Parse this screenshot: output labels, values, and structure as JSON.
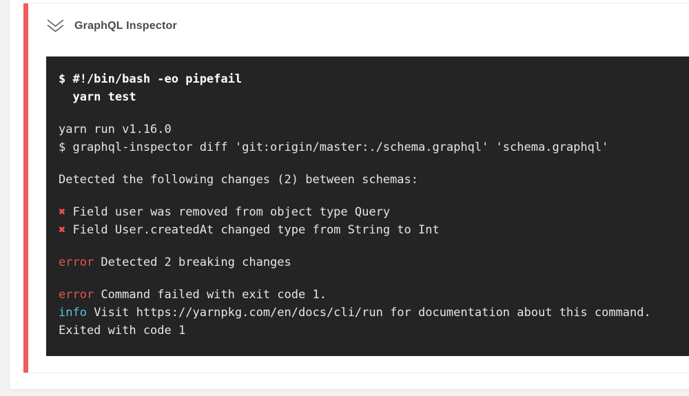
{
  "page": {
    "background_color": "#f3f3f3"
  },
  "step": {
    "title": "GraphQL Inspector",
    "status": "failed",
    "accent_color": "#ee5c5c",
    "collapse_icon": "double-chevron-down-icon"
  },
  "terminal": {
    "background": "#242424",
    "colors": {
      "plain": "#e6e6e2",
      "bold": "#ffffff",
      "red": "#e0564f",
      "cyan": "#56c5d8",
      "xmark": "#ef5350"
    },
    "lines": [
      {
        "segments": [
          {
            "text": "$ #!/bin/bash -eo pipefail",
            "style": "bold"
          }
        ]
      },
      {
        "segments": [
          {
            "text": "  yarn test",
            "style": "bold"
          }
        ]
      },
      {
        "segments": []
      },
      {
        "segments": [
          {
            "text": "yarn run v1.16.0",
            "style": "plain"
          }
        ]
      },
      {
        "segments": [
          {
            "text": "$ graphql-inspector diff 'git:origin/master:./schema.graphql' 'schema.graphql'",
            "style": "plain"
          }
        ]
      },
      {
        "segments": []
      },
      {
        "segments": [
          {
            "text": "Detected the following changes (2) between schemas:",
            "style": "plain"
          }
        ]
      },
      {
        "segments": []
      },
      {
        "segments": [
          {
            "text": "✖",
            "style": "xmark"
          },
          {
            "text": " Field user was removed from object type Query",
            "style": "plain"
          }
        ]
      },
      {
        "segments": [
          {
            "text": "✖",
            "style": "xmark"
          },
          {
            "text": " Field User.createdAt changed type from String to Int",
            "style": "plain"
          }
        ]
      },
      {
        "segments": []
      },
      {
        "segments": [
          {
            "text": "error",
            "style": "red"
          },
          {
            "text": " Detected 2 breaking changes",
            "style": "plain"
          }
        ]
      },
      {
        "segments": []
      },
      {
        "segments": [
          {
            "text": "error",
            "style": "red"
          },
          {
            "text": " Command failed with exit code 1.",
            "style": "plain"
          }
        ]
      },
      {
        "segments": [
          {
            "text": "info",
            "style": "cyan"
          },
          {
            "text": " Visit https://yarnpkg.com/en/docs/cli/run for documentation about this command.",
            "style": "plain"
          }
        ]
      },
      {
        "segments": [
          {
            "text": "Exited with code 1",
            "style": "plain"
          }
        ]
      }
    ]
  }
}
